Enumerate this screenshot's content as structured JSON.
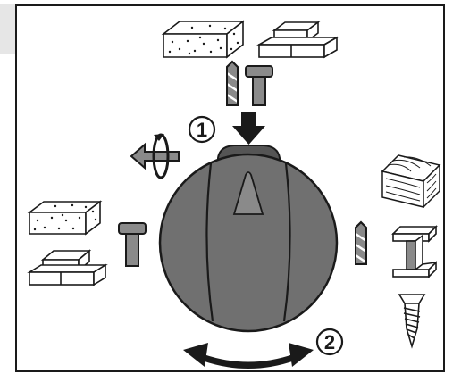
{
  "steps": {
    "step1": "1",
    "step2": "2"
  },
  "icons": {
    "brick_icons": [
      "aerated-concrete-block-icon",
      "brick-stack-icon"
    ],
    "bits_hammer": [
      "masonry-bit-icon",
      "hammer-bit-icon"
    ],
    "rotation_mode": "rotation-hammer-arrow-icon",
    "wood": "wood-plank-icon",
    "metal": "steel-i-beam-icon",
    "screw": "screw-icon",
    "drill_mode_bit": "drill-bit-icon",
    "chisel_mode_bit": "chisel-bit-icon",
    "knob": "mode-selector-knob",
    "push_arrow": "push-down-arrow-icon",
    "turn_arrow": "turn-double-arrow-icon"
  },
  "colors": {
    "knob_fill": "#707070",
    "knob_dark": "#555555",
    "line": "#1a1a1a",
    "icon_gray": "#8a8a8a"
  }
}
